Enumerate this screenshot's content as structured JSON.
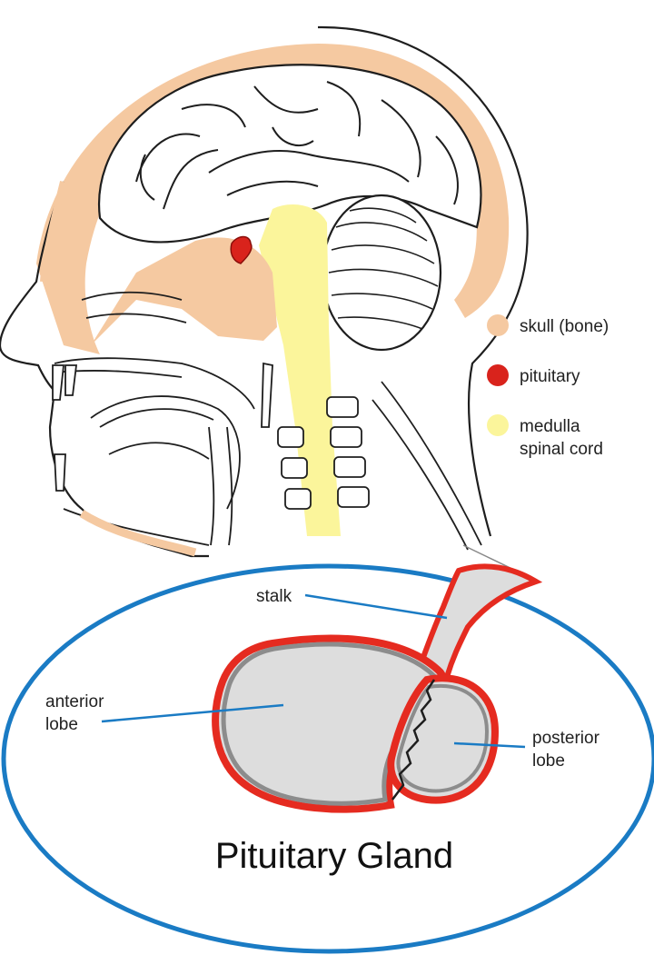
{
  "legend": [
    {
      "id": "skull",
      "label": "skull (bone)",
      "color": "#f5c9a1"
    },
    {
      "id": "pituitary",
      "label": "pituitary",
      "color": "#d9231c"
    },
    {
      "id": "medulla",
      "label_lines": [
        "medulla",
        "spinal cord"
      ],
      "color": "#fbf59b"
    }
  ],
  "zoom": {
    "title": "Pituitary Gland",
    "labels": {
      "stalk": "stalk",
      "anterior": [
        "anterior",
        "lobe"
      ],
      "posterior": [
        "posterior",
        "lobe"
      ]
    },
    "colors": {
      "outline": "#1a7bc4",
      "gland_border": "#e52b20",
      "gland_inner_border": "#8c8c8c",
      "gland_fill": "#dddddd",
      "leader_line": "#1a7bc4"
    }
  },
  "colors": {
    "skull": "#f5c9a1",
    "spinal": "#fbf59b",
    "pituitary": "#d9231c",
    "ink": "#1e1e1e"
  }
}
